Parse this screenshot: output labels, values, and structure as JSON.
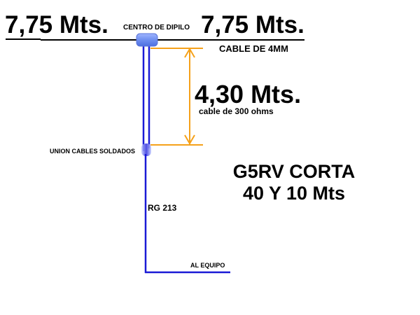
{
  "diagram": {
    "title_line1": "G5RV CORTA",
    "title_line2": "40 Y 10 Mts",
    "left_arm_length": "7,75 Mts.",
    "right_arm_length": "7,75 Mts.",
    "center_label": "CENTRO DE DIPILO",
    "wire_label": "CABLE DE 4MM",
    "twinlead_length": "4,30 Mts.",
    "twinlead_label": "cable de 300 ohms",
    "junction_label": "UNION CABLES SOLDADOS",
    "coax_label": "RG 213",
    "equipment_label": "AL EQUIPO"
  },
  "colors": {
    "wire": "#000000",
    "feedline": "#1a1ad6",
    "dimension": "#f5a11a",
    "insulator": "#6f8ff0",
    "text": "#000000",
    "background": "#ffffff"
  }
}
